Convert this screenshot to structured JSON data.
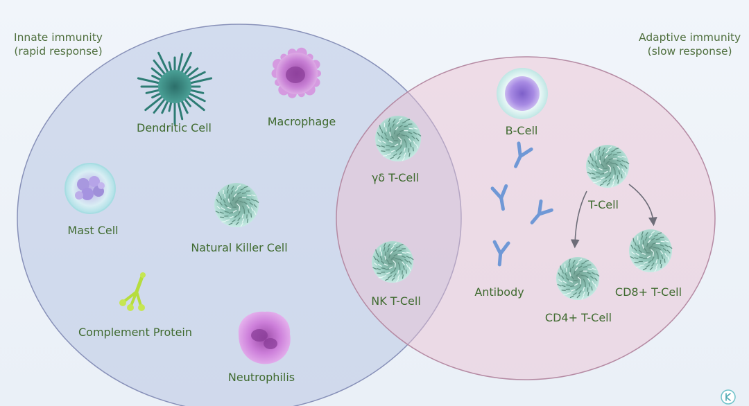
{
  "innate": {
    "title": "Innate immunity",
    "subtitle": "(rapid response)",
    "cells": {
      "dendritic": "Dendritic Cell",
      "macrophage": "Macrophage",
      "mast": "Mast Cell",
      "nk": "Natural Killer Cell",
      "complement": "Complement Protein",
      "neutrophil": "Neutrophilis"
    }
  },
  "adaptive": {
    "title": "Adaptive immunity",
    "subtitle": "(slow response)",
    "cells": {
      "bcell": "B-Cell",
      "antibody": "Antibody",
      "tcell": "T-Cell",
      "cd4": "CD4+ T-Cell",
      "cd8": "CD8+ T-Cell"
    }
  },
  "overlap": {
    "gd_tcell": "γδ T-Cell",
    "nk_tcell": "NK T-Cell"
  },
  "colors": {
    "innate_fill": "#b9c6e3",
    "adaptive_fill": "#eabfd0",
    "label": "#3f6a2f",
    "tcell": "#a9dcd4",
    "macrophage": "#c98ad6",
    "bcell": "#a58be0",
    "antibody": "#6f98d6",
    "complement": "#bde052"
  }
}
